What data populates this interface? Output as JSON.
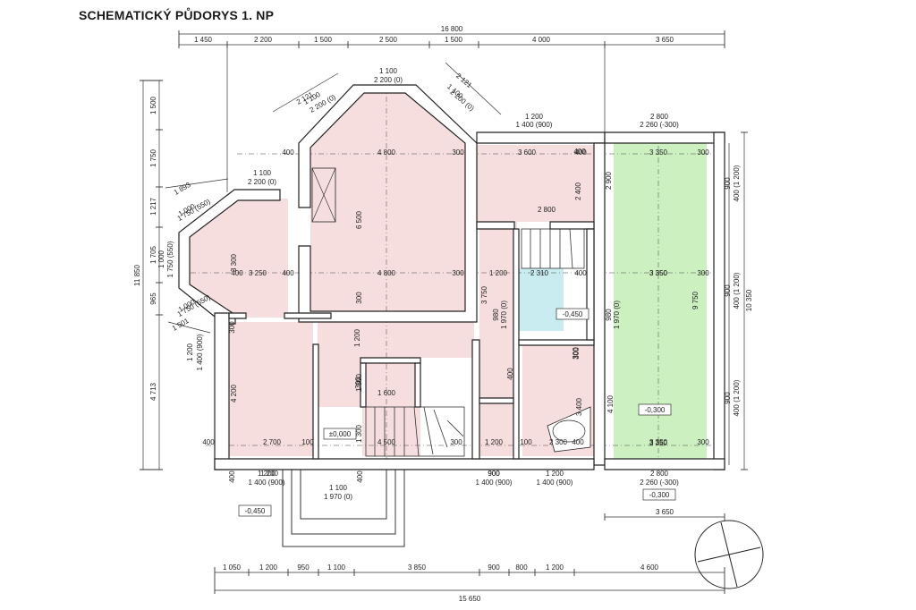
{
  "title": "SCHEMATICKÝ PŮDORYS  1. NP",
  "colors": {
    "room_fill": "#f7dede",
    "terrace_fill": "#ccf0c0",
    "wet_fill": "#c8ecf0",
    "wall_fill": "#ffffff",
    "line": "#222222"
  },
  "dimensions": {
    "top_overall": "16 800",
    "top_chain": [
      "1 450",
      "2 200",
      "1 500",
      "2 500",
      "1 500",
      "4 000",
      "3 650"
    ],
    "bottom_overall": "15 650",
    "bottom_chain": [
      "1 050",
      "1 200",
      "950",
      "1 100",
      "3 850",
      "900",
      "800",
      "1 200",
      "4 600"
    ],
    "bottom_right": "3 650",
    "left_overall": "11 850",
    "left_chain": [
      "1 500",
      "1 750",
      "1 217",
      "1 705",
      "965",
      "4 713"
    ],
    "right_overall": "10 350",
    "right_chain": [
      "9 750"
    ]
  },
  "openings": [
    "1 100",
    "2 200 (0)",
    "2 121",
    "1 100",
    "2 200 (0)",
    "2 121",
    "1 100",
    "2 200 (0)",
    "1 200",
    "1 400 (900)",
    "2 800",
    "2 260 (-300)",
    "1 893",
    "1 100",
    "2 200 (0)",
    "1 000",
    "1 750 (550)",
    "1 000",
    "1 750 (550)",
    "1 000",
    "1 750 (550)",
    "1 501",
    "1 200",
    "1 400 (900)",
    "900",
    "400 (1 200)",
    "900",
    "400 (1 200)",
    "900",
    "400 (1 200)",
    "980",
    "1 970 (0)",
    "980",
    "1 970 (0)",
    "1 200",
    "1 400 (900)",
    "1 100",
    "1 970 (0)",
    "900",
    "1 400 (900)",
    "1 200",
    "1 400 (900)",
    "2 800",
    "2 260 (-300)"
  ],
  "room_dims": [
    "400",
    "4 800",
    "300",
    "3 600",
    "400",
    "3 350",
    "300",
    "6 500",
    "2 400",
    "2 800",
    "2 900",
    "3 300",
    "400",
    "3 250",
    "400",
    "4 800",
    "300",
    "1 200",
    "2 310",
    "400",
    "3 350",
    "300",
    "3 750",
    "3 350",
    "3 350",
    "300",
    "300",
    "1 200",
    "300",
    "4 200",
    "1 300",
    "1 600",
    "300",
    "400",
    "4 100",
    "3 400",
    "1 300",
    "400",
    "2 700",
    "100",
    "4 500",
    "300",
    "1 200",
    "100",
    "2 300",
    "400",
    "3 350",
    "300",
    "400",
    "400",
    "400",
    "300",
    "900",
    "1 200"
  ],
  "levels": {
    "entrance": "±0,000",
    "terrace": "-0,300",
    "terrace_below": "-0,300",
    "stair_landing": "-0,450",
    "outside": "-0,450"
  }
}
